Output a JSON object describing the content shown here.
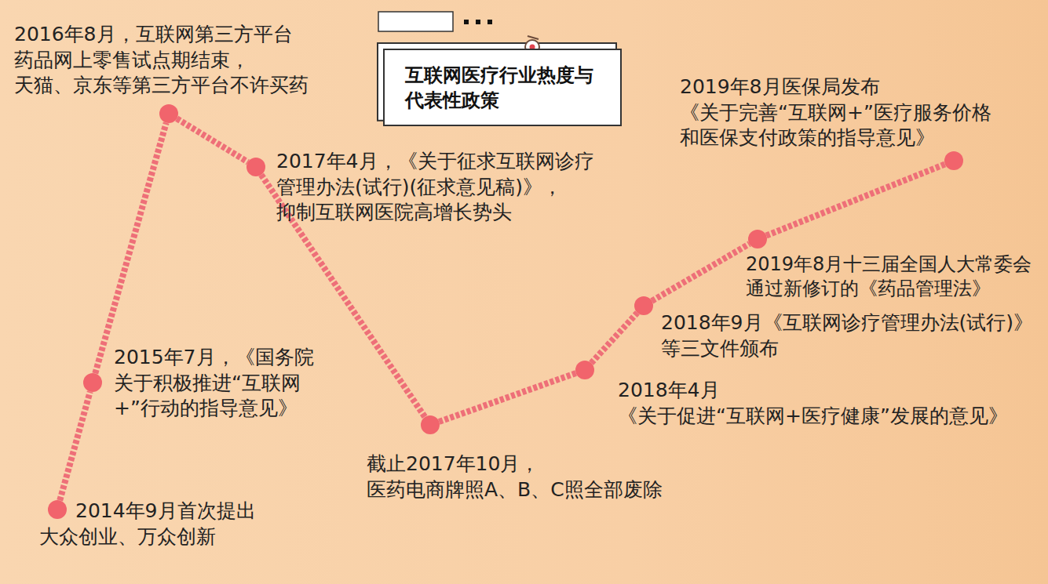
{
  "diagram": {
    "title": "互联网医疗行业热度与 代表性政策",
    "nodes": [
      {
        "text": [
          "2014年9月首次提出 大众创业、万众创新"
        ]
      },
      {
        "text": [
          "2015年7月，《国务院 关于积极推进“互联网 +”行动的指导意见》"
        ]
      },
      {
        "text": [
          "2016年8月，互联网第三方平台 药品网上零售试点期结束， 天猫、京东等第三方平台不许买药"
        ]
      },
      {
        "text": [
          "2017年4月，《关于征求互联网诊疗 管理办法(试行)(征求意见稿)》， 抑制互联网医院高增长势头"
        ]
      },
      {
        "text": [
          "截止2017年10月， 医药电商牌照A、B、C照全部废除"
        ]
      },
      {
        "text": [
          "2018年4月 《关于促进“互联网+医疗健康”发展的意见》"
        ]
      },
      {
        "text": [
          "2018年9月《互联网诊疗管理办法(试行)》 等三文件颁布"
        ]
      },
      {
        "text": [
          "2019年8月十三届全国人大常委会 通过新修订的《药品管理法》"
        ]
      },
      {
        "text": [
          "2019年8月医保局发布 《关于完善“互联网+”医疗服务价格 和医保支付政策的指导意见》"
        ]
      }
    ],
    "edges": [
      {
        "from": 0,
        "to": 1,
        "arrow": "none"
      },
      {
        "from": 1,
        "to": 2,
        "arrow": "none"
      },
      {
        "from": 2,
        "to": 3,
        "arrow": "none"
      },
      {
        "from": 3,
        "to": 4,
        "arrow": "none"
      },
      {
        "from": 4,
        "to": 5,
        "arrow": "none"
      },
      {
        "from": 5,
        "to": 6,
        "arrow": "none"
      },
      {
        "from": 6,
        "to": 7,
        "arrow": "none"
      },
      {
        "from": 7,
        "to": 8,
        "arrow": "none"
      }
    ]
  }
}
